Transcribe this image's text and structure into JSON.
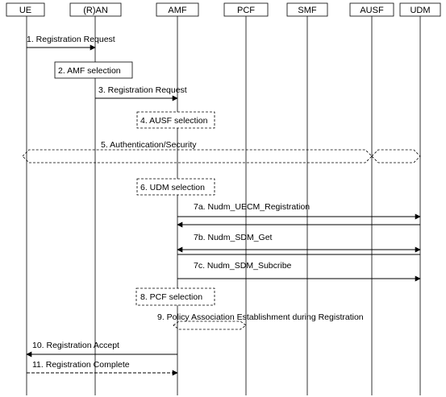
{
  "entities": [
    {
      "id": "ue",
      "label": "UE"
    },
    {
      "id": "ran",
      "label": "(R)AN"
    },
    {
      "id": "amf",
      "label": "AMF"
    },
    {
      "id": "pcf",
      "label": "PCF"
    },
    {
      "id": "smf",
      "label": "SMF"
    },
    {
      "id": "ausf",
      "label": "AUSF"
    },
    {
      "id": "udm",
      "label": "UDM"
    }
  ],
  "steps": [
    {
      "label": "1. Registration Request",
      "kind": "message",
      "from": "ue",
      "to": "ran",
      "style": "solid"
    },
    {
      "label": "2. AMF selection",
      "kind": "action",
      "at": "ran",
      "style": "solid"
    },
    {
      "label": "3. Registration Request",
      "kind": "message",
      "from": "ran",
      "to": "amf",
      "style": "solid"
    },
    {
      "label": "4. AUSF selection",
      "kind": "action",
      "at": "amf",
      "style": "dashed"
    },
    {
      "label": "5. Authentication/Security",
      "kind": "exchange",
      "from": "ue",
      "to": "udm",
      "via": "ausf",
      "style": "dashed"
    },
    {
      "label": "6. UDM selection",
      "kind": "action",
      "at": "amf",
      "style": "dashed"
    },
    {
      "label": "7a. Nudm_UECM_Registration",
      "kind": "request-response",
      "from": "amf",
      "to": "udm",
      "style": "solid"
    },
    {
      "label": "7b. Nudm_SDM_Get",
      "kind": "request-response",
      "from": "amf",
      "to": "udm",
      "style": "solid"
    },
    {
      "label": "7c. Nudm_SDM_Subcribe",
      "kind": "message",
      "from": "amf",
      "to": "udm",
      "style": "solid"
    },
    {
      "label": "8. PCF selection",
      "kind": "action",
      "at": "amf",
      "style": "dashed"
    },
    {
      "label": "9. Policy Association Establishment during Registration",
      "kind": "procedure",
      "from": "amf",
      "to": "pcf",
      "style": "dashed"
    },
    {
      "label": "10. Registration Accept",
      "kind": "message",
      "from": "amf",
      "to": "ue",
      "style": "solid"
    },
    {
      "label": "11. Registration Complete",
      "kind": "message",
      "from": "ue",
      "to": "amf",
      "style": "dashed"
    }
  ]
}
